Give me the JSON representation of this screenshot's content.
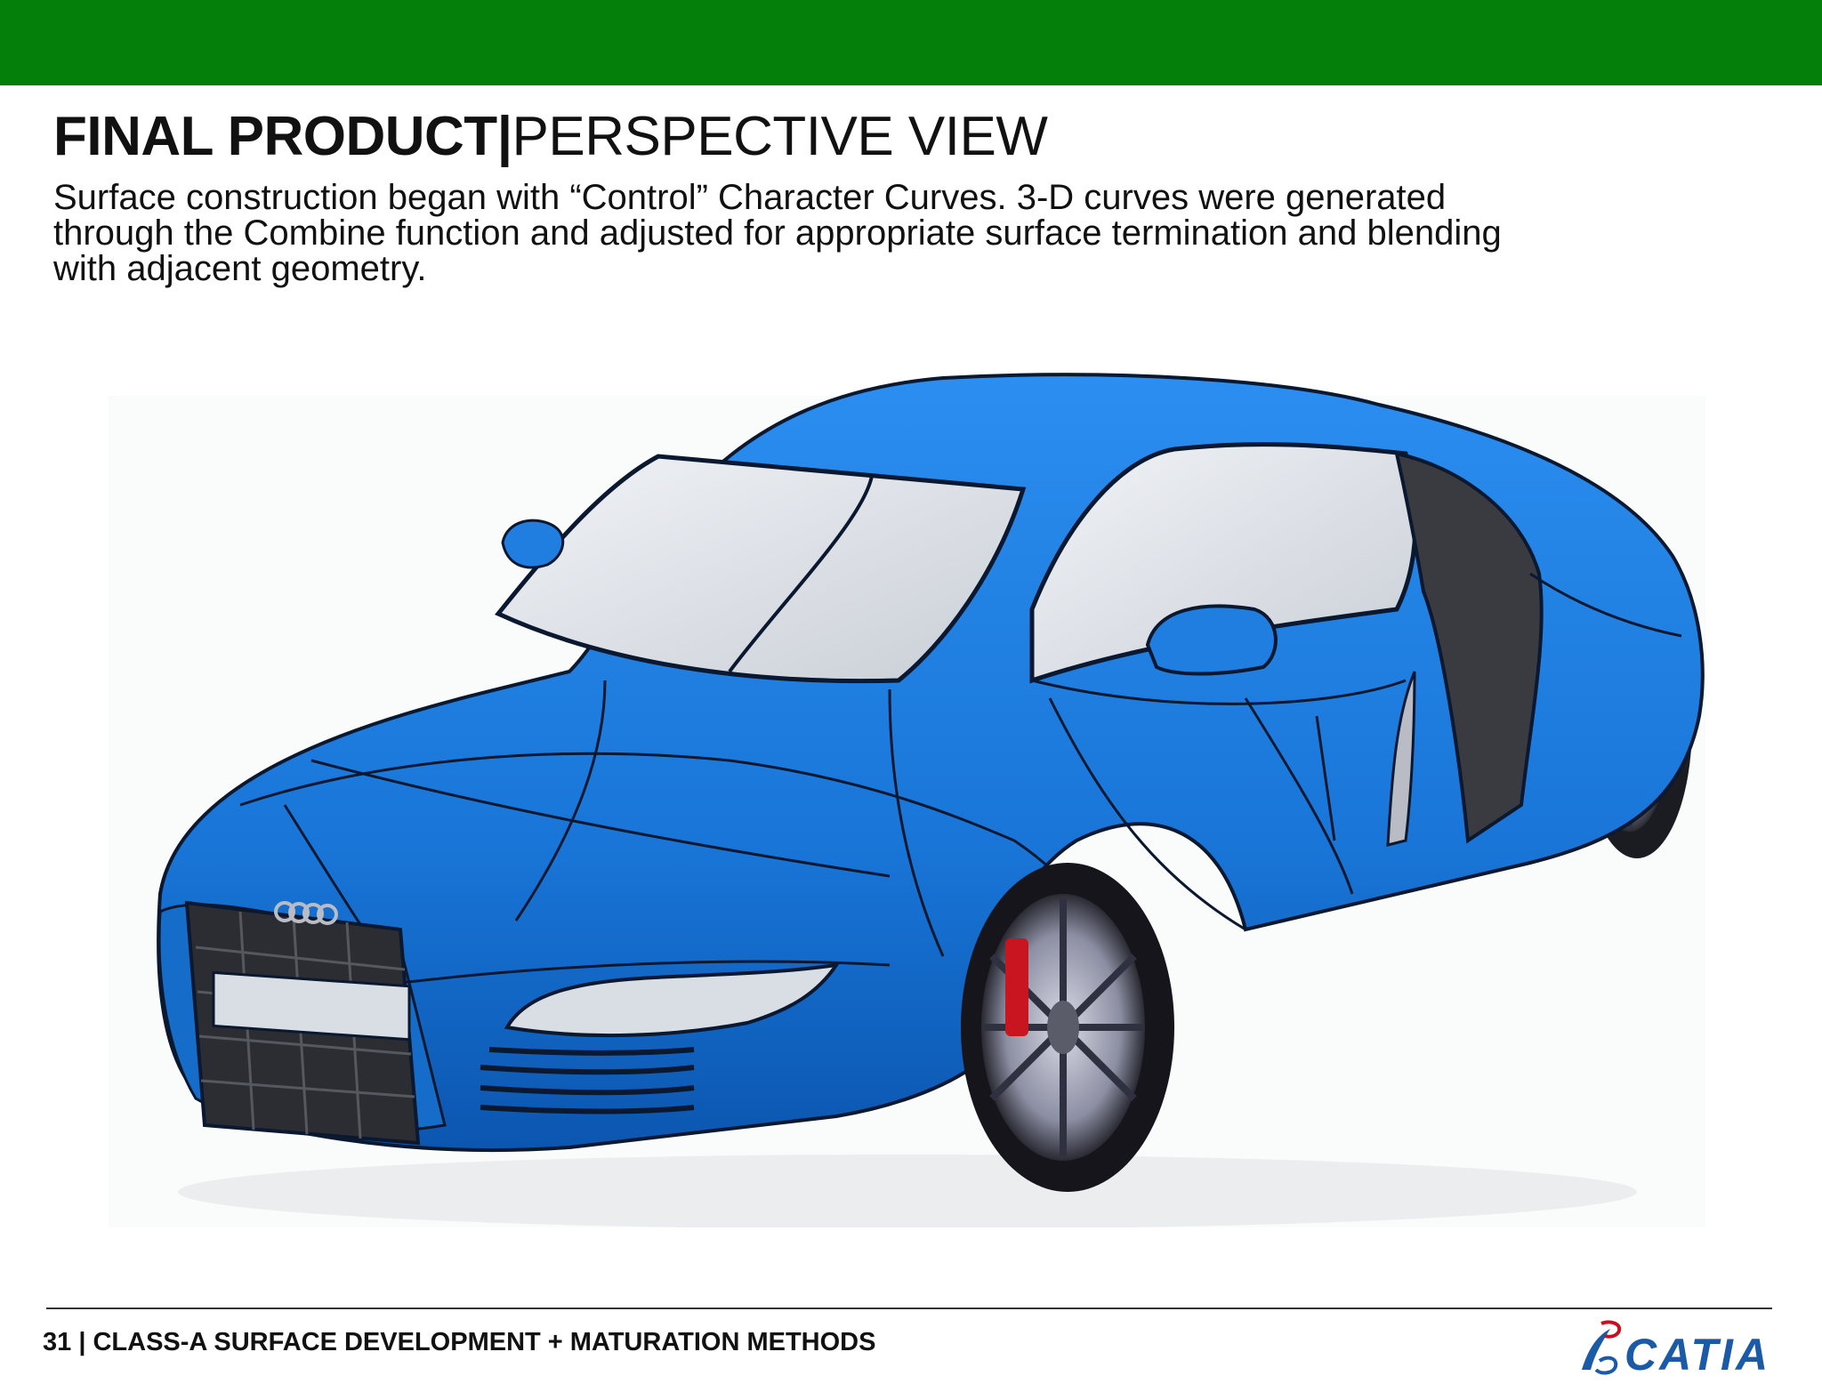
{
  "colors": {
    "header_band": "#04800a",
    "car_body": "#1976d8",
    "car_body_shadow": "#0b56b0",
    "glass": "#d9dde4",
    "panel_lines": "#0a1830",
    "brake_caliper": "#c8151f",
    "logo_blue": "#1a5aa6",
    "logo_red": "#c8101e"
  },
  "slide": {
    "title_bold": "FINAL PRODUCT",
    "title_sep": "|",
    "title_light": "PERSPECTIVE VIEW",
    "description": "Surface construction began with “Control” Character Curves. 3-D curves were generated through the Combine function and adjusted for appropriate surface termination and blending with adjacent geometry."
  },
  "figure": {
    "subject": "car-surface-model",
    "view": "perspective"
  },
  "footer": {
    "label": "31 | CLASS-A SURFACE DEVELOPMENT + MATURATION METHODS",
    "logo_text": "CATIA",
    "logo_mark": "3DS"
  }
}
